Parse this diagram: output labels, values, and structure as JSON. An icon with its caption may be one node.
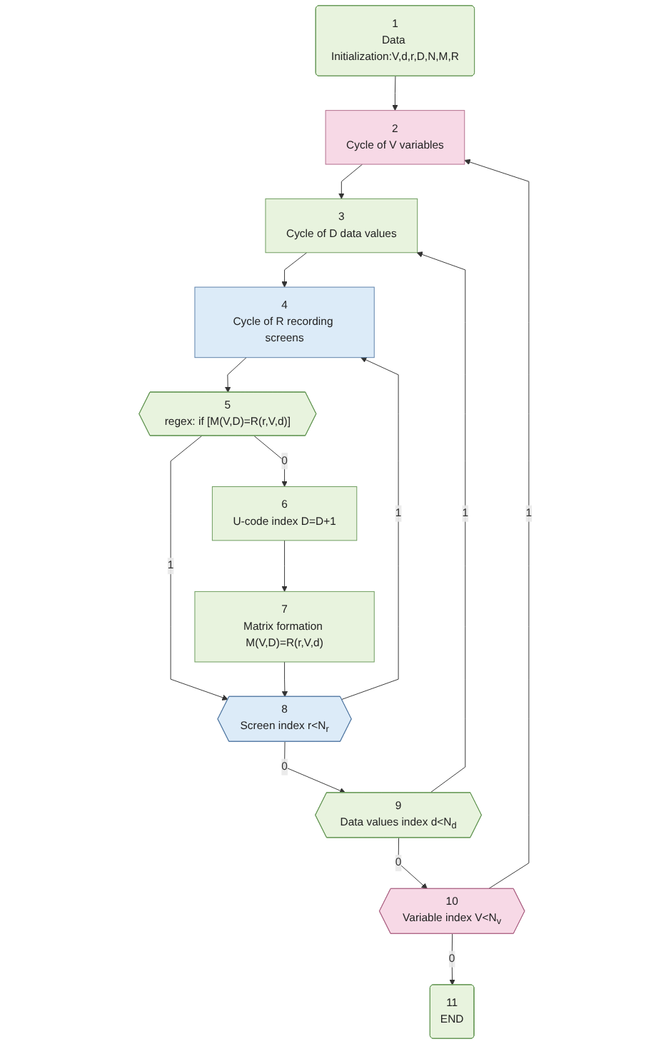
{
  "diagram": {
    "nodes": [
      {
        "text": [
          "1",
          "Data Initialization:V,d,r,D,N,M,R"
        ]
      },
      {
        "text": [
          "2",
          "Cycle of V variables"
        ]
      },
      {
        "text": [
          "3",
          "Cycle of D data values"
        ]
      },
      {
        "text": [
          "4",
          "Cycle of R recording screens"
        ]
      },
      {
        "text": [
          "5",
          "regex: if [M(V,D)=R(r,V,d)]"
        ]
      },
      {
        "text": [
          "6",
          "U-code index D=D+1"
        ]
      },
      {
        "text": [
          "7",
          "Matrix formation M(V,D)=R(r,V,d)"
        ]
      },
      {
        "text": [
          "8",
          "Screen index r<N$_{r}$"
        ]
      },
      {
        "text": [
          "9",
          "Data values index d<N$_{d}$"
        ]
      },
      {
        "text": [
          "10",
          "Variable index V<N$_{v}$"
        ]
      },
      {
        "text": [
          "11",
          "END"
        ]
      }
    ],
    "edges": [
      {
        "from": 0,
        "to": 1,
        "arrow": "to"
      },
      {
        "from": 1,
        "to": 2,
        "arrow": "to"
      },
      {
        "from": 2,
        "to": 3,
        "arrow": "to"
      },
      {
        "from": 3,
        "to": 4,
        "arrow": "to"
      },
      {
        "from": 4,
        "to": 5,
        "label": "0",
        "arrow": "to"
      },
      {
        "from": 4,
        "to": 7,
        "label": "1",
        "arrow": "to"
      },
      {
        "from": 5,
        "to": 6,
        "arrow": "to"
      },
      {
        "from": 6,
        "to": 7,
        "arrow": "to"
      },
      {
        "from": 7,
        "to": 3,
        "label": "1",
        "arrow": "to"
      },
      {
        "from": 7,
        "to": 8,
        "label": "0",
        "arrow": "to"
      },
      {
        "from": 8,
        "to": 2,
        "label": "1",
        "arrow": "to"
      },
      {
        "from": 8,
        "to": 9,
        "label": "0",
        "arrow": "to"
      },
      {
        "from": 9,
        "to": 1,
        "label": "1",
        "arrow": "to"
      },
      {
        "from": 9,
        "to": 10,
        "label": "0",
        "arrow": "to"
      }
    ]
  }
}
